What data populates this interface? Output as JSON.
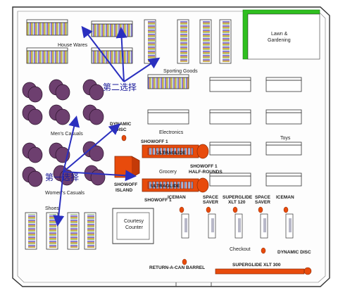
{
  "labels": {
    "house_wares": "House Wares",
    "lawn_gardening_1": "Lawn &",
    "lawn_gardening_2": "Gardening",
    "sporting_goods": "Sporting Goods",
    "dynamic_disc_top_1": "DYNAMIC",
    "dynamic_disc_top_2": "DISC",
    "mens_casuals": "Men's Casuals",
    "electronics": "Electronics",
    "toys": "Toys",
    "showoff_1_top": "SHOWOFF 1",
    "ultraglide_top": "ULTRAGLIDE",
    "ultraglide_bottom": "ULTRAGLIDE",
    "grocery": "Grocery",
    "showoff_half_rounds_1": "SHOWOFF 1",
    "showoff_half_rounds_2": "HALF-ROUNDS",
    "womens_casuals": "Women's Casuals",
    "showoff_island_1": "SHOWOFF",
    "showoff_island_2": "ISLAND",
    "showoff_1_bottom": "SHOWOFF 1",
    "shoes": "Shoes",
    "courtesy_counter_1": "Courtesy",
    "courtesy_counter_2": "Counter",
    "iceman_1": "ICEMAN",
    "space_saver_1a": "SPACE",
    "space_saver_1b": "SAVER",
    "superglide_xlt120_1": "SUPERGLIDE",
    "superglide_xlt120_2": "XLT 120",
    "space_saver_2a": "SPACE",
    "space_saver_2b": "SAVER",
    "iceman_2": "ICEMAN",
    "checkout": "Checkout",
    "dynamic_disc_bottom": "DYNAMIC DISC",
    "return_a_can_barrel": "RETURN-A-CAN BARREL",
    "superglide_xlt300": "SUPERGLIDE XLT 300"
  },
  "annotations": {
    "second_choice": "第二选择",
    "first_choice": "第一选择"
  },
  "colors": {
    "floor_outline": "#333333",
    "lawn_green": "#2fbf1f",
    "rack_purple": "#6d3f6f",
    "display_orange": "#e84b0c",
    "annotation_blue": "#2a2fbf"
  }
}
